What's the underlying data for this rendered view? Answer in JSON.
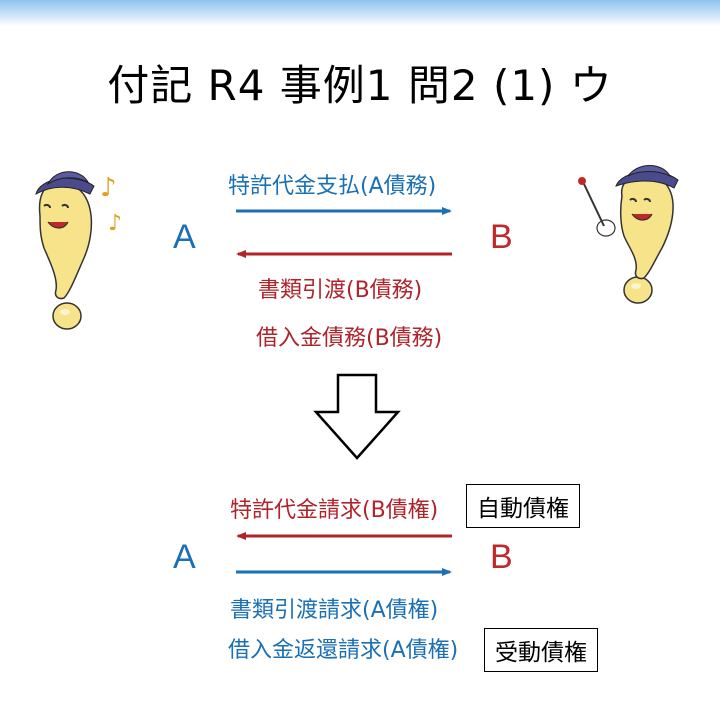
{
  "title": "付記 R4 事例1 問2 (1) ウ",
  "before": {
    "party_a": "A",
    "party_b": "B",
    "a_to_b": [
      "特許代金支払(A債務)"
    ],
    "b_to_a": [
      "書類引渡(B債務)",
      "借入金債務(B債務)"
    ]
  },
  "after": {
    "party_a": "A",
    "party_b": "B",
    "b_to_a": [
      "特許代金請求(B債権)"
    ],
    "a_to_b": [
      "書類引渡請求(A債権)",
      "借入金返還請求(A債権)"
    ],
    "box_auto": "自動債権",
    "box_passive": "受動債権"
  },
  "colors": {
    "blue": "#1a6fb5",
    "red": "#c0282a",
    "bar": "#8fc3ee",
    "mascot": "#f6e38a",
    "hat": "#4b4a8c"
  },
  "icons": [
    "music-note-icon",
    "baton-icon",
    "down-arrow-icon"
  ]
}
